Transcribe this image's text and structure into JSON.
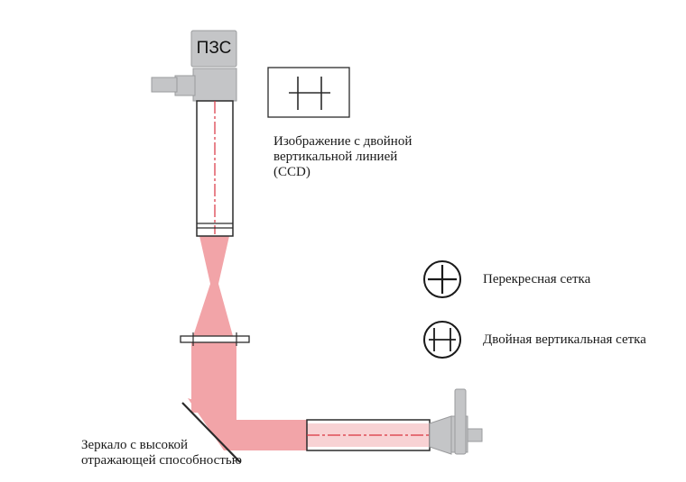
{
  "diagram": {
    "ccd_label": "ПЗС",
    "image_caption": {
      "line1": "Изображение с двойной",
      "line2": "вертикальной линией",
      "line3": "(CCD)"
    },
    "legend": {
      "cross_reticle": "Перекресная сетка",
      "double_vertical_reticle": "Двойная вертикальная сетка"
    },
    "mirror_label": {
      "line1": "Зеркало с высокой",
      "line2": "отражающей способностью"
    }
  },
  "colors": {
    "beam": "#f2a4a8",
    "beam_line": "#d9333f",
    "housing_gray": "#c4c5c7",
    "outline": "#2b2b2b"
  }
}
